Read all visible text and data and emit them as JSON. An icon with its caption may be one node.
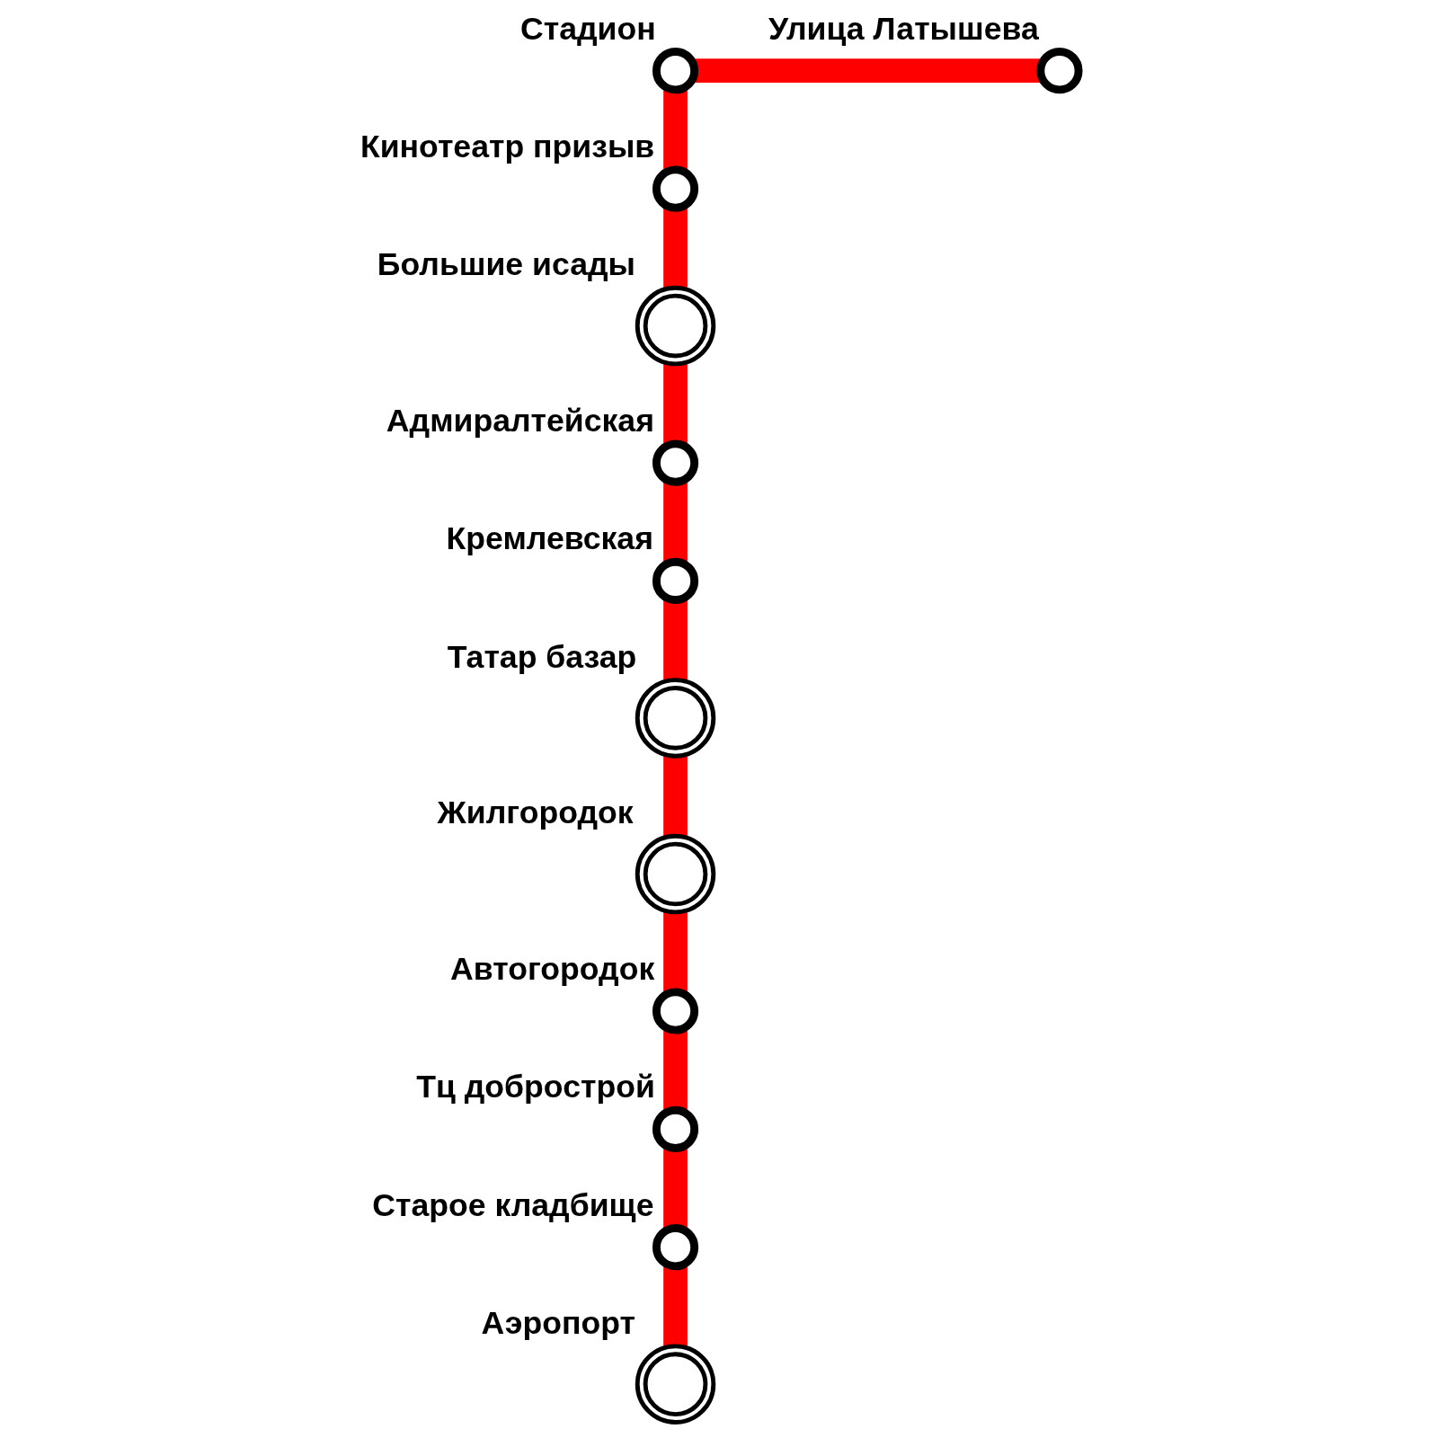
{
  "diagram": {
    "nodes": [
      {
        "text": [],
        "shape": "circle",
        "beside": [
          "Стадион"
        ]
      },
      {
        "text": [],
        "shape": "circle",
        "beside": [
          "Улица Латышева"
        ]
      },
      {
        "text": [],
        "shape": "circle",
        "beside": [
          "Кинотеатр призыв"
        ]
      },
      {
        "text": [],
        "shape": "circle",
        "beside": [
          "Большие исады"
        ]
      },
      {
        "text": [],
        "shape": "circle",
        "beside": [
          "Адмиралтейская"
        ]
      },
      {
        "text": [],
        "shape": "circle",
        "beside": [
          "Кремлевская"
        ]
      },
      {
        "text": [],
        "shape": "circle",
        "beside": [
          "Татар базар"
        ]
      },
      {
        "text": [],
        "shape": "circle",
        "beside": [
          "Жилгородок"
        ]
      },
      {
        "text": [],
        "shape": "circle",
        "beside": [
          "Автогородок"
        ]
      },
      {
        "text": [],
        "shape": "circle",
        "beside": [
          "Тц добрострой"
        ]
      },
      {
        "text": [],
        "shape": "circle",
        "beside": [
          "Старое кладбище"
        ]
      },
      {
        "text": [],
        "shape": "circle",
        "beside": [
          "Аэропорт"
        ]
      }
    ],
    "edges": [
      {
        "from": 0,
        "to": 1,
        "arrow": "none"
      },
      {
        "from": 0,
        "to": 2,
        "arrow": "none"
      },
      {
        "from": 2,
        "to": 3,
        "arrow": "none"
      },
      {
        "from": 3,
        "to": 4,
        "arrow": "none"
      },
      {
        "from": 4,
        "to": 5,
        "arrow": "none"
      },
      {
        "from": 5,
        "to": 6,
        "arrow": "none"
      },
      {
        "from": 6,
        "to": 7,
        "arrow": "none"
      },
      {
        "from": 7,
        "to": 8,
        "arrow": "none"
      },
      {
        "from": 8,
        "to": 9,
        "arrow": "none"
      },
      {
        "from": 9,
        "to": 10,
        "arrow": "none"
      },
      {
        "from": 10,
        "to": 11,
        "arrow": "none"
      }
    ]
  }
}
